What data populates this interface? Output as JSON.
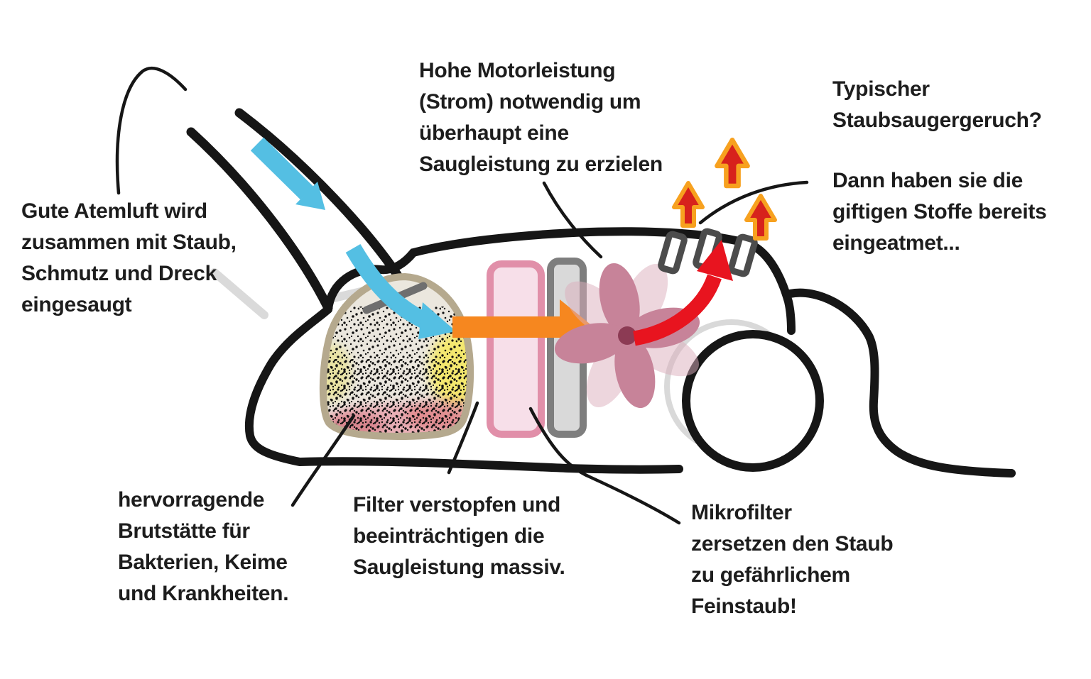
{
  "title": "Staubsauger Funktionsweise Diagramm",
  "annotations": {
    "intake": {
      "lines": [
        "Gute Atemluft wird",
        "zusammen mit Staub,",
        "Schmutz und Dreck",
        "eingesaugt"
      ]
    },
    "motor": {
      "lines": [
        "Hohe Motorleistung",
        "(Strom) notwendig um",
        "überhaupt eine",
        "Saugleistung zu erzielen"
      ]
    },
    "smell": {
      "lines": [
        "Typischer",
        "Staubsaugergeruch?"
      ]
    },
    "inhaled": {
      "lines": [
        "Dann haben sie die",
        "giftigen Stoffe bereits",
        "eingeatmet..."
      ]
    },
    "bag": {
      "lines": [
        "hervorragende",
        "Brutstätte für",
        "Bakterien, Keime",
        "und Krankheiten."
      ]
    },
    "filter": {
      "lines": [
        "Filter verstopfen und",
        "beeinträchtigen die",
        "Saugleistung massiv."
      ]
    },
    "microfilter": {
      "lines": [
        "Mikrofilter",
        "zersetzen den Staub",
        "zu gefährlichem",
        "Feinstaub!"
      ]
    }
  },
  "colors": {
    "outline_black": "#161616",
    "airflow_cyan": "#54bfe3",
    "transfer_orange": "#f6871f",
    "exhaust_red": "#e8141f",
    "exhaust_arrow_fill": "#d7221c",
    "exhaust_arrow_outline": "#f7a11f",
    "bag_border_tan": "#b5a98e",
    "bag_fill": "#ebe7de",
    "pink_filter_border": "#e18fa9",
    "pink_filter_fill": "#f7dfe9",
    "gray_filter_border": "#7e7e7e",
    "gray_filter_fill": "#d9d9d9",
    "fan_petal_pink": "#c78399",
    "fan_center": "#8c3b54",
    "vent_gray": "#4c4c4c",
    "wheel_light_gray": "#d9d9d9",
    "text_color": "#1d1d1d"
  }
}
